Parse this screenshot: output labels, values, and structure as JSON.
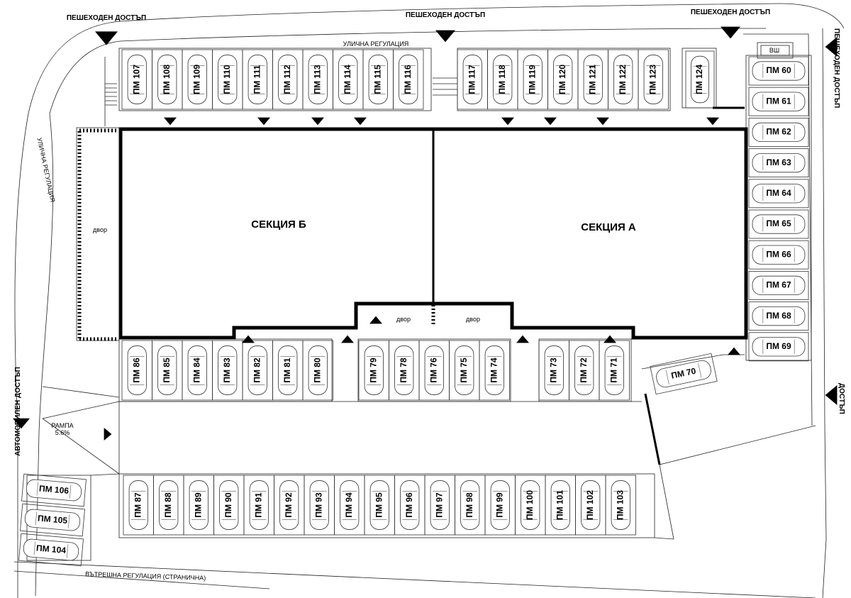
{
  "labels": {
    "ped_access": "ПЕШЕХОДЕН ДОСТЪП",
    "car_access": "АВТОМОБИЛЕН ДОСТЪП",
    "street_regulation_top": "УЛИЧНА РЕГУЛАЦИЯ",
    "street_regulation_left": "УЛИЧНА РЕГУЛАЦИЯ",
    "inner_regulation": "ВЪТРЕШНА РЕГУЛАЦИЯ (СТРАНИЧНА)",
    "ramp": "РАМПА",
    "ramp_slope": "5.6%",
    "yard": "двор",
    "section_b": "СЕКЦИЯ Б",
    "section_a": "СЕКЦИЯ А",
    "vsh": "ВШ",
    "access_right": "ДОСТЪП"
  },
  "spots": {
    "top_b": [
      "ПМ 107",
      "ПМ 108",
      "ПМ 109",
      "ПМ 110",
      "ПМ 111",
      "ПМ 112",
      "ПМ 113",
      "ПМ 114",
      "ПМ 115",
      "ПМ 116"
    ],
    "top_a": [
      "ПМ 117",
      "ПМ 118",
      "ПМ 119",
      "ПМ 120",
      "ПМ 121",
      "ПМ 122",
      "ПМ 123"
    ],
    "top_single": "ПМ 124",
    "right": [
      "ПМ 60",
      "ПМ 61",
      "ПМ 62",
      "ПМ 63",
      "ПМ 64",
      "ПМ 65",
      "ПМ 66",
      "ПМ 67",
      "ПМ 68",
      "ПМ 69"
    ],
    "mid_1": [
      "ПМ 86",
      "ПМ 85",
      "ПМ 84",
      "ПМ 83",
      "ПМ 82",
      "ПМ 81",
      "ПМ 80"
    ],
    "mid_2": [
      "ПМ 79",
      "ПМ 78",
      "ПМ 76",
      "ПМ 75",
      "ПМ 74"
    ],
    "mid_3": [
      "ПМ 73",
      "ПМ 72",
      "ПМ 71"
    ],
    "angled": "ПМ 70",
    "bottom": [
      "ПМ 87",
      "ПМ 88",
      "ПМ 89",
      "ПМ 90",
      "ПМ 91",
      "ПМ 92",
      "ПМ 93",
      "ПМ 94",
      "ПМ 95",
      "ПМ 96",
      "ПМ 97",
      "ПМ 98",
      "ПМ 99",
      "ПМ 100",
      "ПМ 101",
      "ПМ 102",
      "ПМ 103"
    ],
    "left": [
      "ПМ 106",
      "ПМ 105",
      "ПМ 104"
    ]
  }
}
